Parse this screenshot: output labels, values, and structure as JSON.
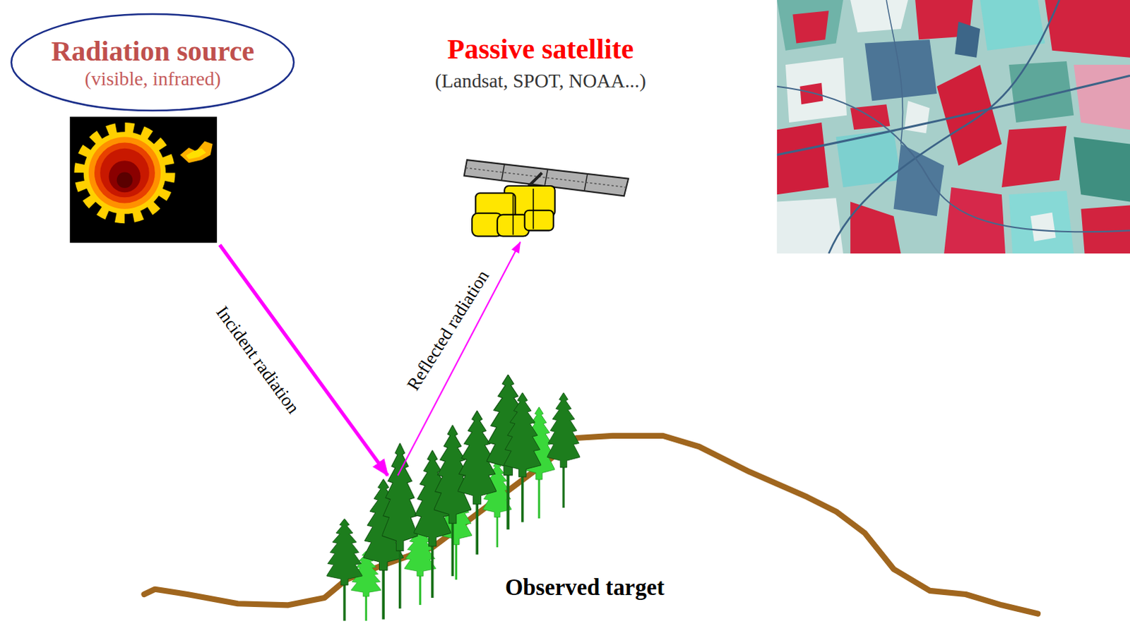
{
  "diagram": {
    "nodes": [
      {
        "text": [
          "Radiation source",
          "(visible, infrared)"
        ]
      },
      {
        "text": [
          "Passive satellite",
          "(Landsat, SPOT, NOAA...)"
        ]
      },
      {
        "text": [
          "Observed target"
        ]
      }
    ],
    "edges": [
      {
        "from": 0,
        "to": 2,
        "arrow": "to",
        "label": "Incident radiation"
      },
      {
        "from": 2,
        "to": 1,
        "arrow": "to",
        "label": "Reflected radiation"
      }
    ]
  }
}
